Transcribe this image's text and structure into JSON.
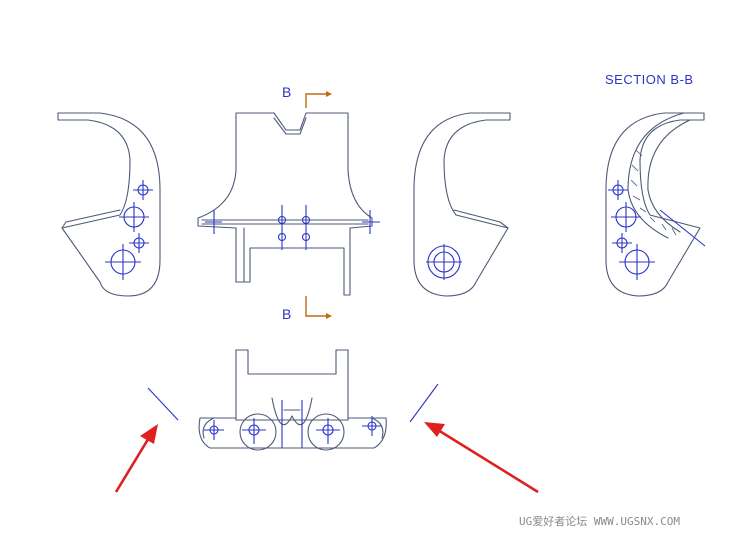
{
  "section": {
    "title": "SECTION B-B",
    "label_top": "B",
    "label_bottom": "B"
  },
  "watermark": "UG爱好者论坛 WWW.UGSNX.COM",
  "colors": {
    "geometry": "#4d5a78",
    "centerlines": "#2a34c8",
    "section_arrow": "#c06a10",
    "annotation_arrow": "#e02020",
    "background": "#ffffff"
  }
}
